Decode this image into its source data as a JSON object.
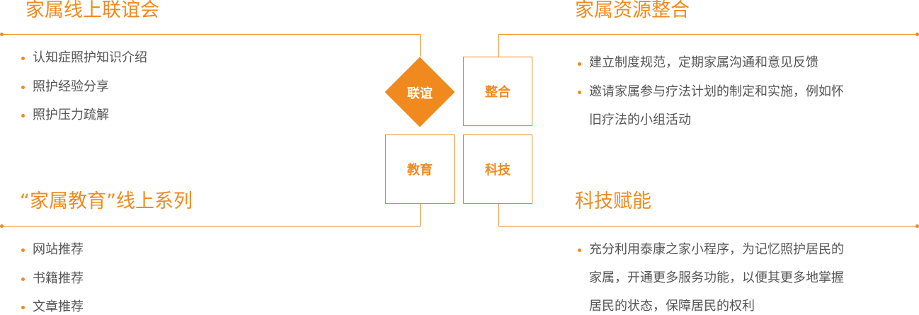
{
  "accent_color": "#f08a1e",
  "quadrants": {
    "top_left": {
      "title": "家属线上联谊会",
      "items": [
        "认知症照护知识介绍",
        "照护经验分享",
        "照护压力疏解"
      ]
    },
    "top_right": {
      "title": "家属资源整合",
      "items": [
        "建立制度规范，定期家属沟通和意见反馈",
        "邀请家属参与疗法计划的制定和实施，例如怀",
        "旧疗法的小组活动"
      ]
    },
    "bottom_left": {
      "title": "“家属教育”线上系列",
      "items": [
        "网站推荐",
        "书籍推荐",
        "文章推荐"
      ]
    },
    "bottom_right": {
      "title": "科技赋能",
      "items": [
        "充分利用泰康之家小程序，为记忆照护居民的",
        "家属，开通更多服务功能，以便其更多地掌握",
        "居民的状态，保障居民的权利"
      ]
    }
  },
  "center": {
    "diamond_label": "联谊",
    "box_top_right": "整合",
    "box_bottom_left": "教育",
    "box_bottom_right": "科技"
  }
}
